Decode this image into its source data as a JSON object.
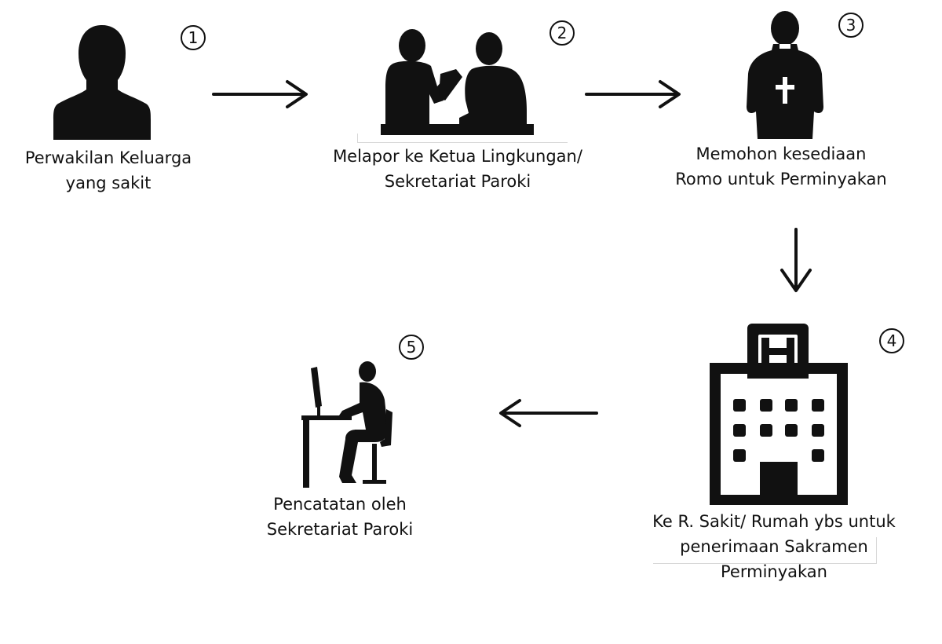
{
  "steps": [
    {
      "number": "1",
      "icon": "person-silhouette-icon",
      "lines": [
        "Perwakilan Keluarga",
        "yang sakit"
      ]
    },
    {
      "number": "2",
      "icon": "two-people-talking-icon",
      "lines": [
        "Melapor ke Ketua Lingkungan/",
        "Sekretariat Paroki"
      ]
    },
    {
      "number": "3",
      "icon": "priest-silhouette-icon",
      "lines": [
        "Memohon kesediaan",
        "Romo untuk Perminyakan"
      ]
    },
    {
      "number": "4",
      "icon": "hospital-building-icon",
      "lines": [
        "Ke R. Sakit/ Rumah ybs untuk",
        "penerimaan Sakramen",
        "Perminyakan"
      ]
    },
    {
      "number": "5",
      "icon": "person-at-computer-icon",
      "lines": [
        "Pencatatan oleh",
        "Sekretariat Paroki"
      ]
    }
  ],
  "colors": {
    "ink": "#111111",
    "background": "#ffffff"
  }
}
